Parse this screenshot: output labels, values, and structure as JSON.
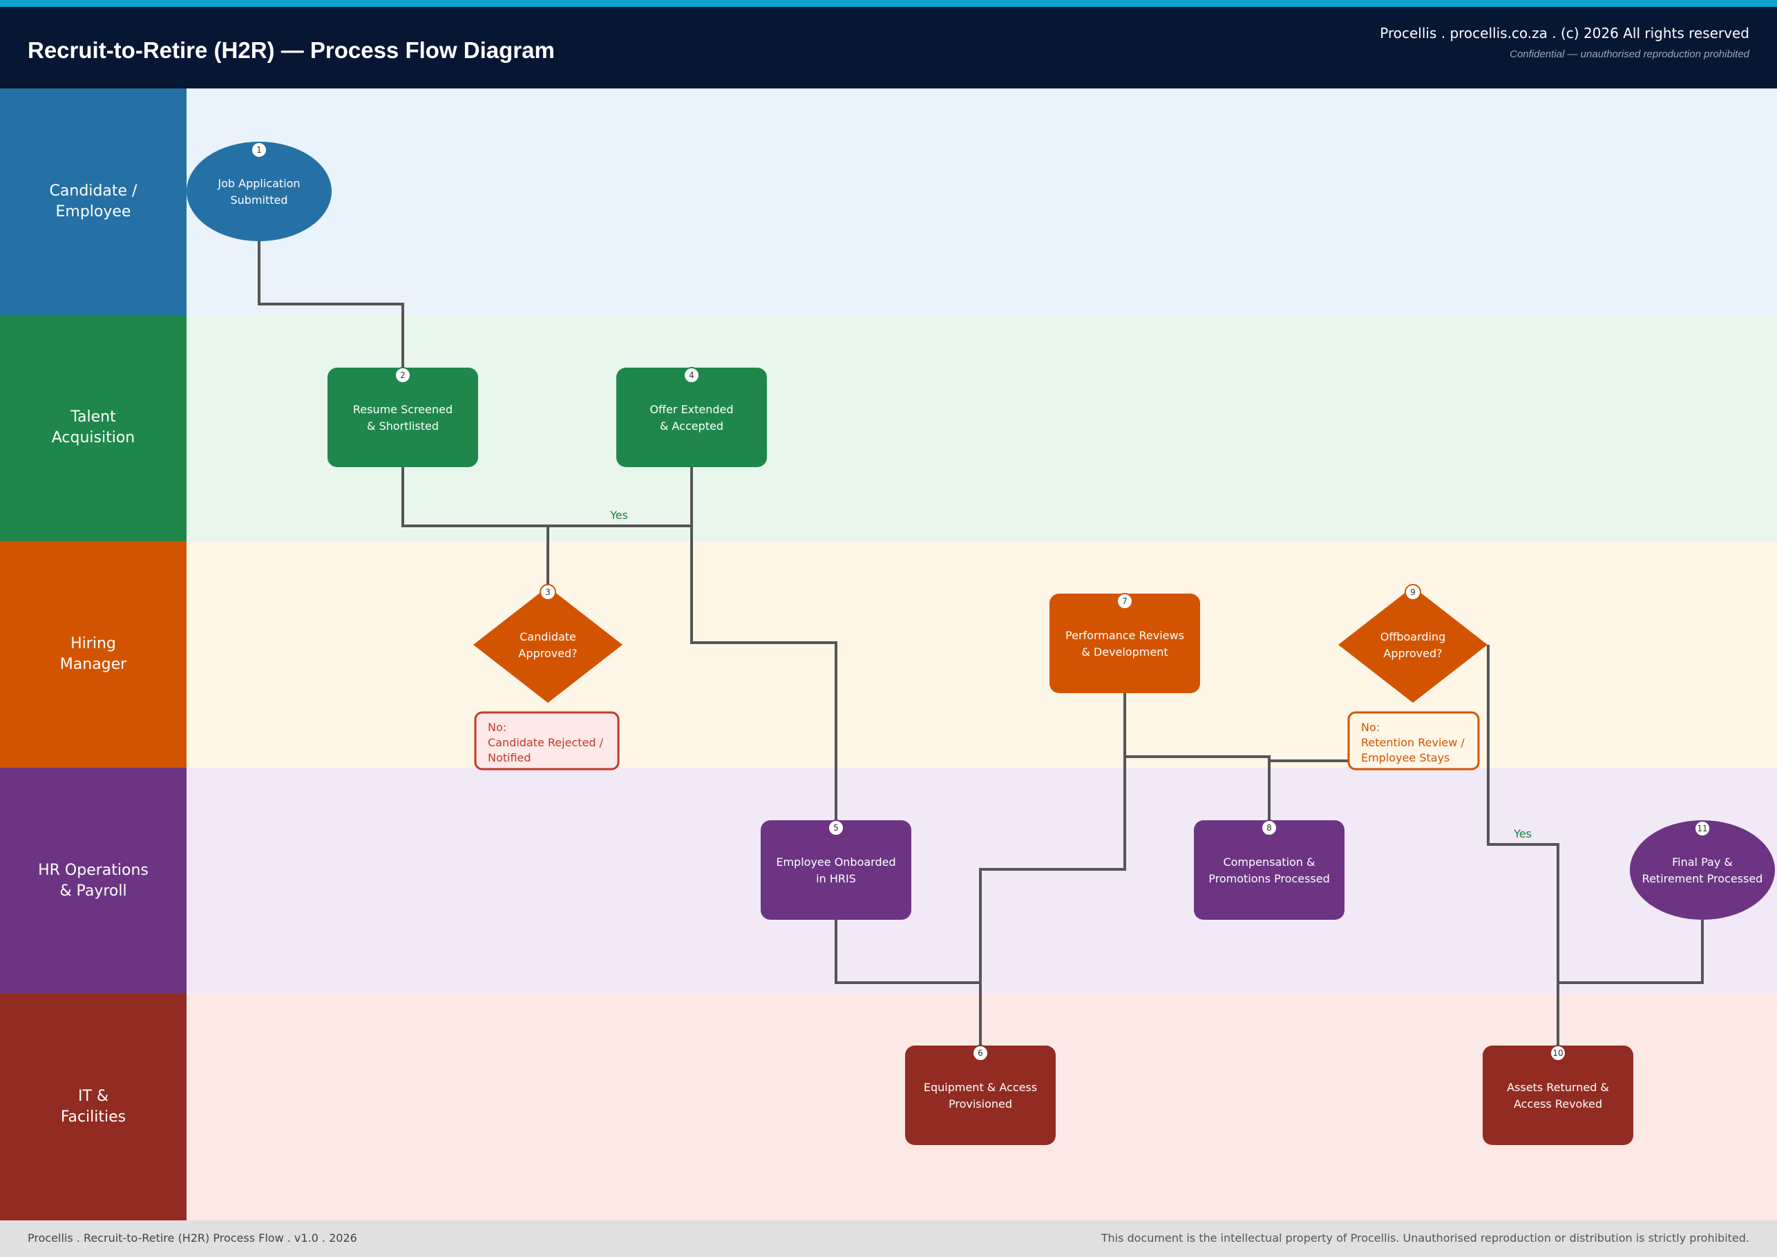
{
  "header": {
    "title": "Recruit-to-Retire (H2R) — Process Flow Diagram",
    "copyright": "Procellis . procellis.co.za . (c) 2026 All rights reserved",
    "confidential": "Confidential — unauthorised reproduction prohibited"
  },
  "lanes": [
    {
      "id": "candidate",
      "label": "Candidate /\nEmployee",
      "color": "#2571a6",
      "bg": "#eaf2fc"
    },
    {
      "id": "talent",
      "label": "Talent\nAcquisition",
      "color": "#1f874b",
      "bg": "#e9f6ec"
    },
    {
      "id": "hiring",
      "label": "Hiring\nManager",
      "color": "#d35400",
      "bg": "#fef6e7"
    },
    {
      "id": "hrops",
      "label": "HR Operations\n& Payroll",
      "color": "#6c3483",
      "bg": "#f1e9f6"
    },
    {
      "id": "it",
      "label": "IT &\nFacilities",
      "color": "#922b21",
      "bg": "#fce9e6"
    }
  ],
  "nodes": [
    {
      "id": "n1",
      "step": "1",
      "shape": "ellipse",
      "lane": "candidate",
      "lines": [
        "Job Application",
        "Submitted"
      ]
    },
    {
      "id": "n2",
      "step": "2",
      "shape": "rect",
      "lane": "talent",
      "lines": [
        "Resume Screened",
        "& Shortlisted"
      ]
    },
    {
      "id": "n3",
      "step": "3",
      "shape": "diamond",
      "lane": "hiring",
      "lines": [
        "Candidate",
        "Approved?"
      ]
    },
    {
      "id": "n4",
      "step": "4",
      "shape": "rect",
      "lane": "talent",
      "lines": [
        "Offer Extended",
        "& Accepted"
      ]
    },
    {
      "id": "n5",
      "step": "5",
      "shape": "rect",
      "lane": "hrops",
      "lines": [
        "Employee Onboarded",
        "in HRIS"
      ]
    },
    {
      "id": "n6",
      "step": "6",
      "shape": "rect",
      "lane": "it",
      "lines": [
        "Equipment & Access",
        "Provisioned"
      ]
    },
    {
      "id": "n7",
      "step": "7",
      "shape": "rect",
      "lane": "hiring",
      "lines": [
        "Performance Reviews",
        "& Development"
      ]
    },
    {
      "id": "n8",
      "step": "8",
      "shape": "rect",
      "lane": "hrops",
      "lines": [
        "Compensation &",
        "Promotions Processed"
      ]
    },
    {
      "id": "n9",
      "step": "9",
      "shape": "diamond",
      "lane": "hiring",
      "lines": [
        "Offboarding",
        "Approved?"
      ]
    },
    {
      "id": "n10",
      "step": "10",
      "shape": "rect",
      "lane": "it",
      "lines": [
        "Assets Returned &",
        "Access Revoked"
      ]
    },
    {
      "id": "n11",
      "step": "11",
      "shape": "ellipse",
      "lane": "hrops",
      "lines": [
        "Final Pay &",
        "Retirement Processed"
      ]
    }
  ],
  "notes": [
    {
      "id": "note-rejected",
      "lines": [
        "No:",
        "Candidate Rejected /",
        "Notified"
      ],
      "color": "#c0392b",
      "bg": "#fde9e7"
    },
    {
      "id": "note-retention",
      "lines": [
        "No:",
        "Retention Review /",
        "Employee Stays"
      ],
      "color": "#d35400",
      "bg": "#fef6e7"
    }
  ],
  "edge_labels": [
    {
      "id": "yes-offer",
      "text": "Yes"
    },
    {
      "id": "yes-offboarding",
      "text": "Yes"
    }
  ],
  "footer": {
    "left": "Procellis . Recruit-to-Retire (H2R) Process Flow . v1.0 . 2026",
    "right": "This document is the intellectual property of Procellis. Unauthorised reproduction or distribution is strictly prohibited."
  }
}
